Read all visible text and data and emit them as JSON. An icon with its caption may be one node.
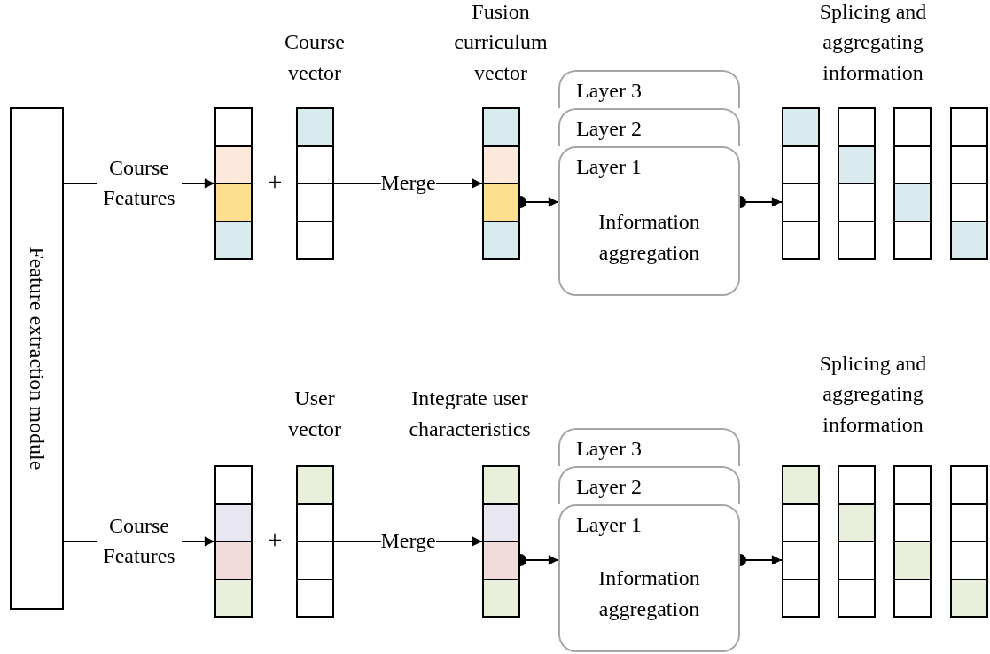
{
  "diagram": {
    "nodes": [
      {
        "text": [
          "Feature extraction module"
        ]
      },
      {
        "text": [],
        "shape": "bar"
      },
      {
        "text": [
          "Course vector"
        ]
      },
      {
        "text": [
          "Fusion curriculum vector"
        ]
      },
      {
        "text": [
          "Layer 3"
        ]
      },
      {
        "text": [
          "Layer 2"
        ]
      },
      {
        "text": [
          "Layer 1",
          "Information aggregation"
        ]
      },
      {
        "text": [],
        "shape": "bar"
      },
      {
        "text": [],
        "shape": "bar"
      },
      {
        "text": [],
        "shape": "bar"
      },
      {
        "text": [],
        "shape": "bar"
      },
      {
        "text": [],
        "shape": "bar"
      },
      {
        "text": [
          "User vector"
        ]
      },
      {
        "text": [
          "Integrate user characteristics"
        ]
      },
      {
        "text": [
          "Layer 3"
        ]
      },
      {
        "text": [
          "Layer 2"
        ]
      },
      {
        "text": [
          "Layer 1",
          "Information aggregation"
        ]
      },
      {
        "text": [],
        "shape": "bar"
      },
      {
        "text": [],
        "shape": "bar"
      },
      {
        "text": [],
        "shape": "bar"
      },
      {
        "text": [],
        "shape": "bar"
      }
    ],
    "edges": [
      {
        "from": 0,
        "to": 1,
        "arrow": "to",
        "label": "Course Features"
      },
      {
        "from": 2,
        "to": 3,
        "arrow": "to",
        "label": "Merge"
      },
      {
        "from": 3,
        "to": 6,
        "arrow": "to"
      },
      {
        "from": 6,
        "to": 7,
        "arrow": "to"
      },
      {
        "from": 0,
        "to": 11,
        "arrow": "to",
        "label": "Course Features"
      },
      {
        "from": 12,
        "to": 13,
        "arrow": "to",
        "label": "Merge"
      },
      {
        "from": 13,
        "to": 16,
        "arrow": "to"
      },
      {
        "from": 16,
        "to": 17,
        "arrow": "to"
      }
    ],
    "labels": [
      "+",
      "Splicing and aggregating information",
      "+",
      "Splicing and aggregating information"
    ]
  }
}
